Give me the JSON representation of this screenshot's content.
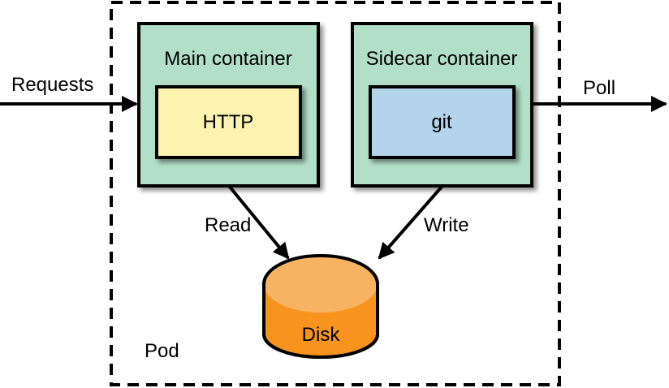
{
  "diagram": {
    "pod": {
      "label": "Pod"
    },
    "main_container": {
      "label": "Main container",
      "inner": {
        "label": "HTTP"
      }
    },
    "sidecar_container": {
      "label": "Sidecar container",
      "inner": {
        "label": "git"
      }
    },
    "disk": {
      "label": "Disk"
    },
    "edges": {
      "requests": "Requests",
      "poll": "Poll",
      "read": "Read",
      "write": "Write"
    }
  },
  "colors": {
    "container_fill": "#b2dfc8",
    "http_fill": "#fdf3b0",
    "git_fill": "#b3d4ea",
    "disk_top": "#f7b362",
    "disk_body": "#f7941e",
    "stroke": "#000000"
  }
}
